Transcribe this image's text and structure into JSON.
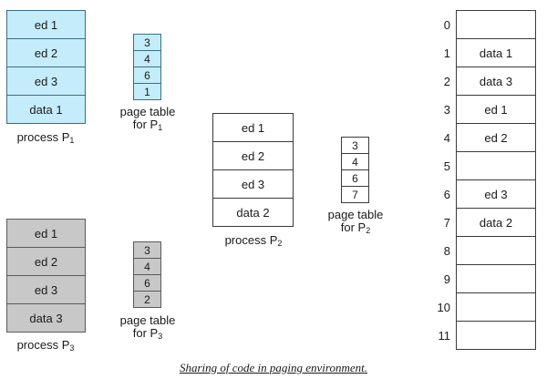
{
  "process1": {
    "cells": [
      "ed 1",
      "ed 2",
      "ed 3",
      "data 1"
    ],
    "label": "process P",
    "label_sub": "1",
    "color": "#c5ecfa"
  },
  "page_table1": {
    "cells": [
      "3",
      "4",
      "6",
      "1"
    ],
    "label_line1": "page table",
    "label_line2": "for P",
    "label_sub": "1"
  },
  "process2": {
    "cells": [
      "ed 1",
      "ed 2",
      "ed 3",
      "data 2"
    ],
    "label": "process P",
    "label_sub": "2"
  },
  "page_table2": {
    "cells": [
      "3",
      "4",
      "6",
      "7"
    ],
    "label_line1": "page table",
    "label_line2": "for P",
    "label_sub": "2"
  },
  "process3": {
    "cells": [
      "ed 1",
      "ed 2",
      "ed 3",
      "data 3"
    ],
    "label": "process P",
    "label_sub": "3",
    "color": "#c8c8c8"
  },
  "page_table3": {
    "cells": [
      "3",
      "4",
      "6",
      "2"
    ],
    "label_line1": "page table",
    "label_line2": "for P",
    "label_sub": "3"
  },
  "physical_memory": {
    "frame_numbers": [
      "0",
      "1",
      "2",
      "3",
      "4",
      "5",
      "6",
      "7",
      "8",
      "9",
      "10",
      "11"
    ],
    "frames": [
      "",
      "data 1",
      "data 3",
      "ed 1",
      "ed 2",
      "",
      "ed 3",
      "data 2",
      "",
      "",
      "",
      ""
    ]
  },
  "caption": "Sharing of code in paging environment."
}
